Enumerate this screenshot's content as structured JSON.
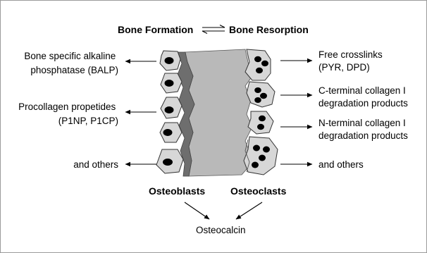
{
  "title": {
    "left": "Bone Formation",
    "right": "Bone Resorption"
  },
  "formation_markers": [
    {
      "lines": [
        "Bone specific alkaline",
        "phosphatase (BALP)"
      ]
    },
    {
      "lines": [
        "Procollagen propetides",
        "(P1NP, P1CP)"
      ]
    },
    {
      "lines": [
        "and others"
      ]
    }
  ],
  "resorption_markers": [
    {
      "lines": [
        "Free crosslinks",
        "(PYR, DPD)"
      ]
    },
    {
      "lines": [
        "C-terminal collagen I",
        "degradation products"
      ]
    },
    {
      "lines": [
        "N-terminal collagen I",
        "degradation products"
      ]
    },
    {
      "lines": [
        "and others"
      ]
    }
  ],
  "cells": {
    "left": "Osteoblasts",
    "right": "Osteoclasts"
  },
  "product": "Osteocalcin",
  "colors": {
    "bone_matrix": "#b9b9b9",
    "osteoid_band": "#6e6e6e",
    "cell_fill": "#d7d7d7",
    "nucleus": "#000000",
    "frame_border": "#9a9a9a"
  }
}
